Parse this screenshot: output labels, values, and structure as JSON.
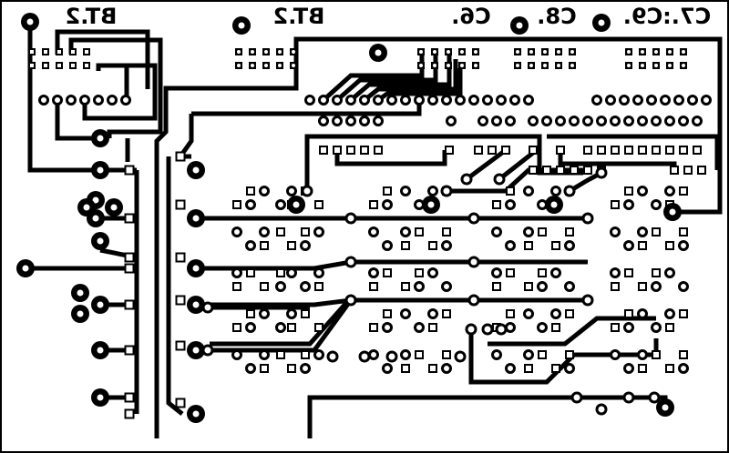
{
  "board": {
    "labels": [
      "BT.2",
      "BT.2",
      "C6.",
      "C8.",
      "C7.:C9."
    ],
    "colors": {
      "background": "#ffffff",
      "copper": "#000000",
      "outline": "#000000"
    }
  }
}
